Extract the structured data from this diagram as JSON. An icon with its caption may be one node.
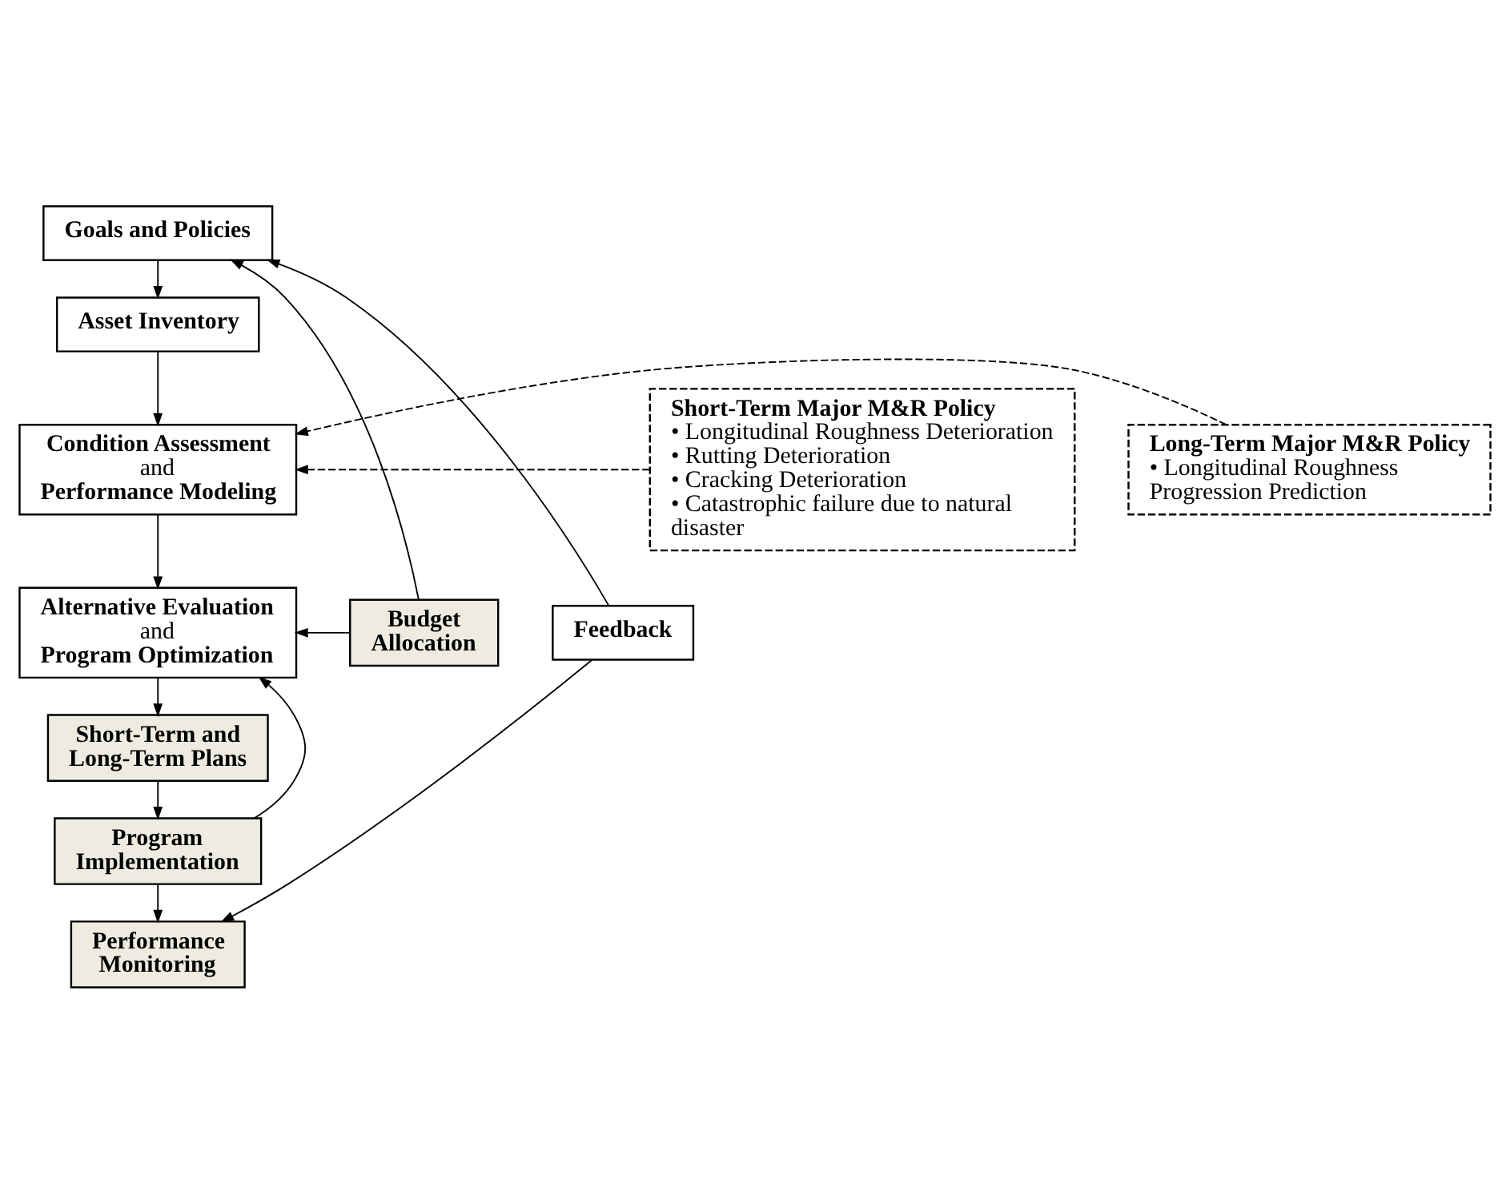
{
  "diagram": {
    "nodes": [
      {
        "text": [
          "**Goals and Policies**"
        ]
      },
      {
        "text": [
          "**Asset Inventory**"
        ]
      },
      {
        "text": [
          "**Condition Assessment** and **Performance Modeling**"
        ]
      },
      {
        "text": [
          "**Alternative Evaluation** and **Program Optimization**"
        ]
      },
      {
        "text": [
          "**Budget Allocation**"
        ]
      },
      {
        "text": [
          "**Short-Term and Long-Term Plans**"
        ]
      },
      {
        "text": [
          "**Program Implementation**"
        ]
      },
      {
        "text": [
          "**Performance Monitoring**"
        ]
      },
      {
        "text": [
          "**Feedback**"
        ]
      },
      {
        "text": [
          "**Short-Term Major M&R Policy**",
          "• Longitudinal Roughness Deterioration",
          "• Rutting Deterioration",
          "• Cracking Deterioration",
          "• Catastrophic failure due to natural disaster"
        ]
      },
      {
        "text": [
          "**Long-Term Major M&R Policy**",
          "• Longitudinal Roughness Progression Prediction"
        ]
      }
    ],
    "edges": [
      {
        "from": 0,
        "to": 1,
        "arrow": "to"
      },
      {
        "from": 1,
        "to": 2,
        "arrow": "to"
      },
      {
        "from": 2,
        "to": 3,
        "arrow": "to"
      },
      {
        "from": 3,
        "to": 5,
        "arrow": "to"
      },
      {
        "from": 5,
        "to": 6,
        "arrow": "to"
      },
      {
        "from": 6,
        "to": 7,
        "arrow": "to"
      },
      {
        "from": 4,
        "to": 3,
        "arrow": "to"
      },
      {
        "from": 4,
        "to": 0,
        "arrow": "to"
      },
      {
        "from": 6,
        "to": 3,
        "arrow": "to"
      },
      {
        "from": 8,
        "to": 0,
        "arrow": "to"
      },
      {
        "from": 8,
        "to": 7,
        "arrow": "to"
      },
      {
        "from": 9,
        "to": 2,
        "arrow": "to",
        "style": "dashed"
      },
      {
        "from": 10,
        "to": 2,
        "arrow": "to",
        "style": "dashed"
      }
    ]
  }
}
